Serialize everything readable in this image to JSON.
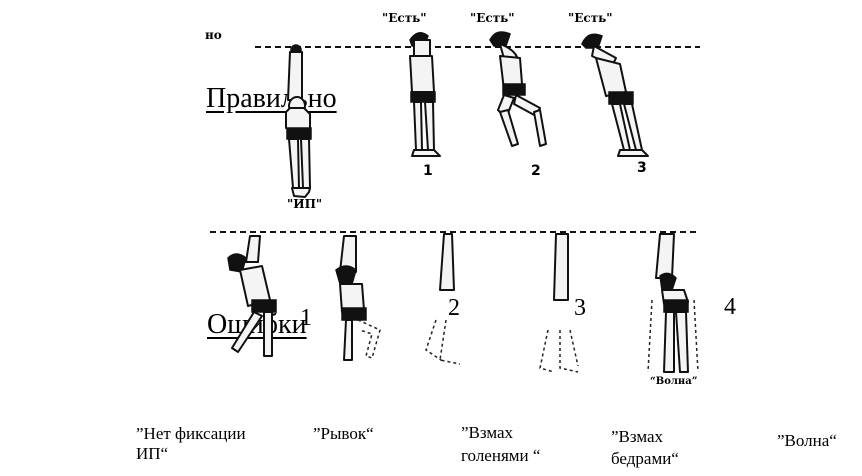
{
  "labels": {
    "correct": "Правильно",
    "errors": "Ошибки"
  },
  "top_figure": {
    "corner_text": "но",
    "start_label": "\"ИП\"",
    "command_labels": [
      "\"Есть\"",
      "\"Есть\"",
      "\"Есть\""
    ],
    "phase_numbers": [
      "1",
      "2",
      "3"
    ]
  },
  "error_numbers": [
    "1",
    "2",
    "3",
    "4"
  ],
  "error_captions": [
    {
      "line1": "”Нет фиксации",
      "line2": "ИП“"
    },
    {
      "line1": "”Рывок“",
      "line2": ""
    },
    {
      "line1": "”Взмах",
      "line2": "голенями “"
    },
    {
      "line1": "”Взмах",
      "line2": "бедрами“"
    },
    {
      "line1": "”Волна“",
      "line2": ""
    }
  ],
  "bottom_figure": {
    "partial_text": "“Волна”"
  }
}
